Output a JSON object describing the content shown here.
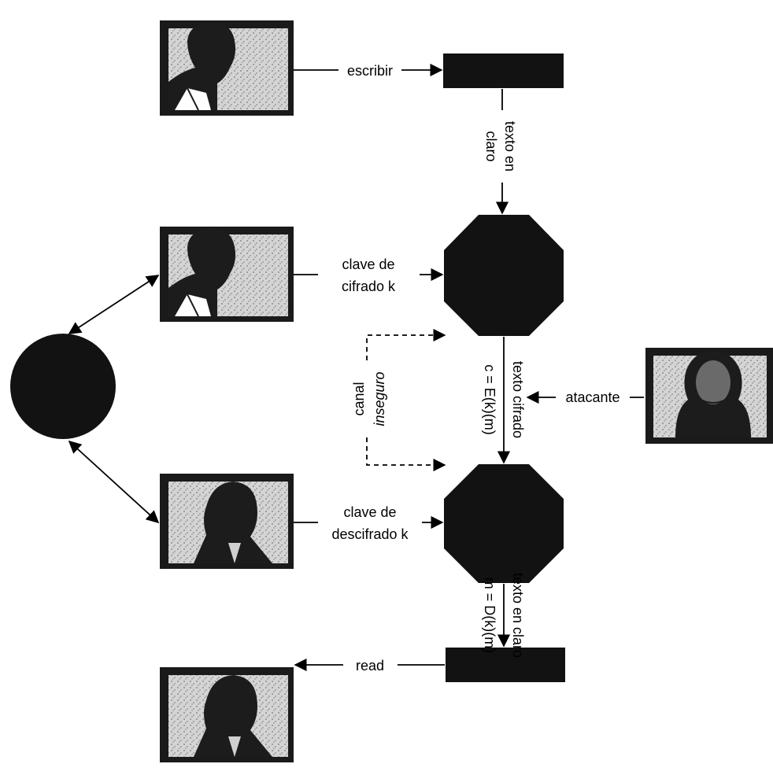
{
  "labels": {
    "write": "escribir",
    "plaintext_top_line1": "texto en",
    "plaintext_top_line2": "claro",
    "enc_key_line1": "clave de",
    "enc_key_line2": "cifrado k",
    "ciphertext_line1": "texto cifrado",
    "ciphertext_line2": "c = E(k)(m)",
    "attacker": "atacante",
    "channel_line1": "canal",
    "channel_line2": "inseguro",
    "dec_key_line1": "clave de",
    "dec_key_line2": "descifrado k",
    "plaintext_bottom_line1": "texto en claro",
    "plaintext_bottom_line2": "m = D(k)(m)",
    "read": "read"
  },
  "colors": {
    "frame": "#1a1a1a",
    "panel_bg": "#cfcfcf",
    "silhouette": "#1c1c1c",
    "shape_fill": "#121212",
    "line": "#000000"
  },
  "icons": [
    "person-icon",
    "attacker-icon",
    "key-source-icon"
  ]
}
